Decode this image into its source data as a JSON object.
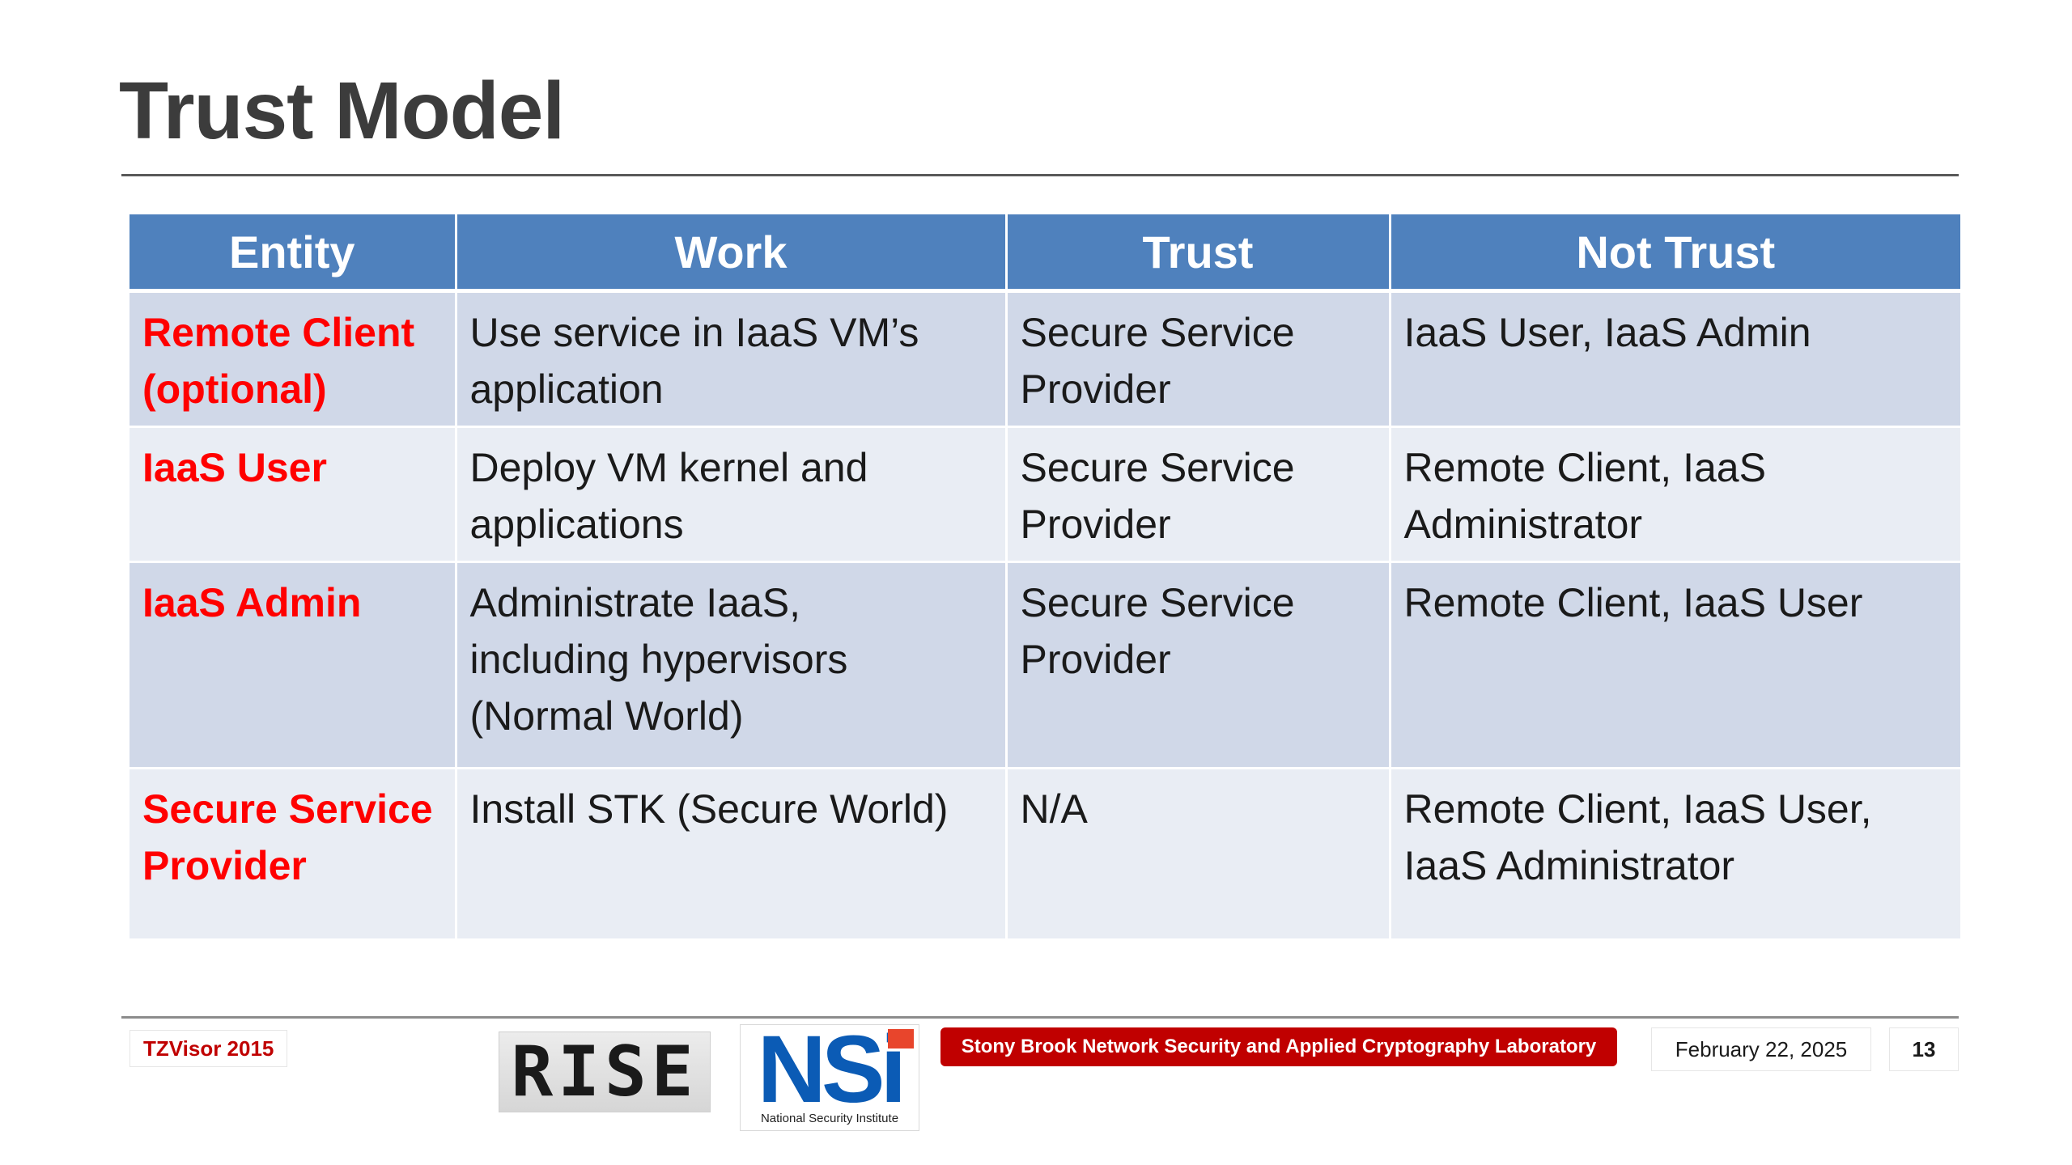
{
  "slide": {
    "title": "Trust Model"
  },
  "table": {
    "headers": [
      "Entity",
      "Work",
      "Trust",
      "Not Trust"
    ],
    "rows": [
      {
        "entity": [
          "Remote Client",
          "(optional)"
        ],
        "work": [
          "Use service in IaaS VM’s",
          "application"
        ],
        "trust": [
          "Secure Service",
          "Provider"
        ],
        "not_trust": [
          "IaaS User, IaaS Admin"
        ]
      },
      {
        "entity": [
          "IaaS User"
        ],
        "work": [
          "Deploy VM kernel and",
          "applications"
        ],
        "trust": [
          "Secure Service",
          "Provider"
        ],
        "not_trust": [
          "Remote Client, IaaS",
          "Administrator"
        ]
      },
      {
        "entity": [
          "IaaS Admin"
        ],
        "work": [
          "Administrate IaaS,",
          "including hypervisors",
          "(Normal World)"
        ],
        "trust": [
          "Secure Service",
          "Provider"
        ],
        "not_trust": [
          "Remote Client, IaaS User"
        ]
      },
      {
        "entity": [
          "Secure Service",
          "Provider"
        ],
        "work": [
          "Install STK (Secure World)"
        ],
        "trust": [
          "N/A"
        ],
        "not_trust": [
          "Remote Client, IaaS User,",
          "IaaS Administrator"
        ]
      }
    ]
  },
  "footer": {
    "left_label": "TZVisor 2015",
    "logo_rise_text": "RISE",
    "logo_nsi_text": "NSi",
    "logo_nsi_caption": "National Security Institute",
    "lab_banner": "Stony Brook Network Security and Applied Cryptography Laboratory",
    "date": "February 22, 2025",
    "page_number": "13"
  },
  "colors": {
    "header_bg": "#4f81bd",
    "row_odd_bg": "#d0d8e8",
    "row_even_bg": "#e9edf4",
    "entity_text": "#ff0000",
    "banner_bg": "#c00000"
  }
}
